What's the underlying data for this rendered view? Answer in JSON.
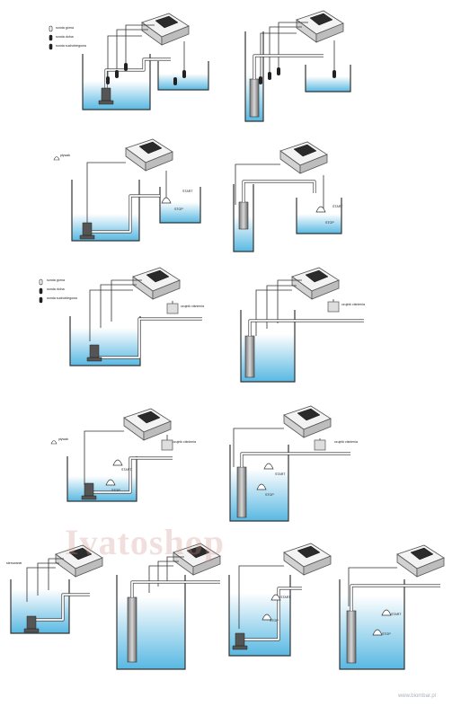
{
  "colors": {
    "water_top": "#ffffff",
    "water_bottom": "#58b8e2",
    "line": "#333333",
    "controller": "#e9e9e9"
  },
  "legend_full": [
    "sonda górna",
    "sonda dolna",
    "sonda suchobiegowa"
  ],
  "legend_float": [
    "pływak"
  ],
  "legend_press": [
    "sonda górna",
    "sonda dolna",
    "sonda suchobiegowa"
  ],
  "legend_float2": [
    "pływak"
  ],
  "float_labels": {
    "start": "START",
    "stop": "STOP"
  },
  "sensor_label": "czujnik ciśnienia",
  "side_label": "sterowanie",
  "watermark": "Ivatoshop",
  "footer": "www.biombar.pl"
}
